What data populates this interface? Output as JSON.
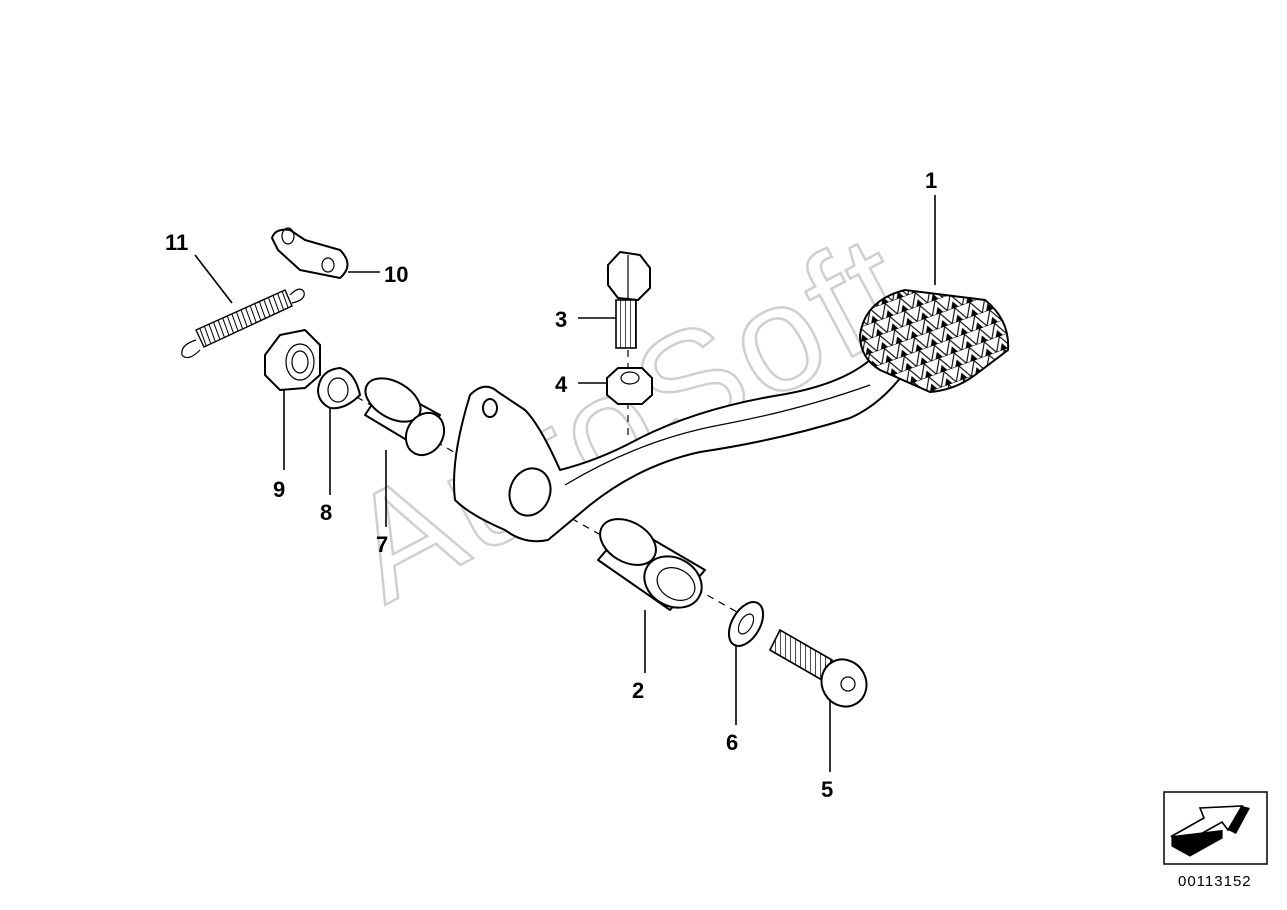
{
  "watermark": "AutoSoft",
  "diagram_number": "00113152",
  "callouts": {
    "c1": "1",
    "c2": "2",
    "c3": "3",
    "c4": "4",
    "c5": "5",
    "c6": "6",
    "c7": "7",
    "c8": "8",
    "c9": "9",
    "c10": "10",
    "c11": "11"
  },
  "icons": {
    "nav": "forward-arrow-icon"
  }
}
